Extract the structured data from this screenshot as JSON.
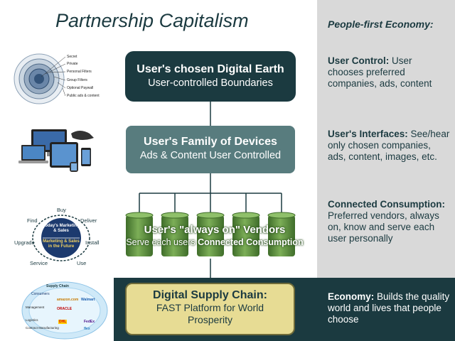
{
  "title": "Partnership Capitalism",
  "right_heading": "People-first Economy:",
  "side_blocks": {
    "control": {
      "bold": "User Control:",
      "text": " User chooses preferred companies, ads, content"
    },
    "interfaces": {
      "bold": "User's Interfaces:",
      "text": " See/hear only chosen companies, ads, content, images, etc."
    },
    "consumption": {
      "bold": "Connected Consumption:",
      "text": " Preferred vendors, always on, know and serve each user personally"
    },
    "economy": {
      "bold": "Economy:",
      "text": " Builds the quality world and lives that people choose"
    }
  },
  "boxes": {
    "earth": {
      "line1": "User's chosen Digital Earth",
      "line2": "User-controlled Boundaries"
    },
    "devices": {
      "line1": "User's Family of Devices",
      "line2": "Ads & Content User Controlled"
    },
    "vendors": {
      "line1": "User's \"always on\" Vendors",
      "line2_prefix": "Serve each users ",
      "line2_bold": "Connected Consumption"
    },
    "supply": {
      "line1": "Digital Supply Chain:",
      "line2": "FAST Platform for World",
      "line3": "Prosperity"
    }
  },
  "rings_labels": [
    "Secret",
    "Private",
    "Personal Filters",
    "Group Filters",
    "Optional Paywall",
    "Public ads & content"
  ],
  "cycle": {
    "labels": [
      "Buy",
      "Find",
      "Deliver",
      "Upgrade",
      "Install",
      "Service",
      "Use"
    ],
    "center_top": "Today's Marketing & Sales",
    "center_bottom": "Marketing & Sales in the Future"
  },
  "supply_chain_labels": [
    "Supply Chain",
    "Consumers",
    "Management",
    "Logistics",
    "Contract Manufacturing",
    "amazon.com",
    "ORACLE",
    "Walmart",
    "DHL",
    "FedEx",
    "flex"
  ],
  "colors": {
    "dark_teal": "#1b3a40",
    "mid_teal": "#587c7e",
    "gray_panel": "#d9d9d9",
    "vendor_green": "#5a8c3e",
    "supply_yellow": "#e7dc94"
  }
}
